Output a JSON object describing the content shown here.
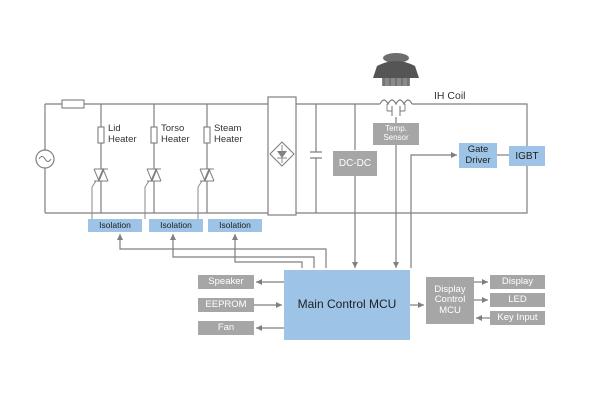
{
  "labels": {
    "ih_coil": "IH Coil",
    "lid_heater": "Lid\nHeater",
    "torso_heater": "Torso\nHeater",
    "steam_heater": "Steam\nHeater",
    "temp_sensor": "Temp.\nSensor",
    "dc_dc": "DC-DC",
    "gate_driver": "Gate\nDriver",
    "igbt": "IGBT",
    "isolation": "Isolation",
    "main_mcu": "Main Control MCU",
    "speaker": "Speaker",
    "eeprom": "EEPROM",
    "fan": "Fan",
    "display_mcu": "Display\nControl\nMCU",
    "display": "Display",
    "led": "LED",
    "key_input": "Key Input"
  },
  "colors": {
    "gray_block": "#a6a6a6",
    "blue_block": "#9dc3e6",
    "wire": "#7f7f7f"
  }
}
